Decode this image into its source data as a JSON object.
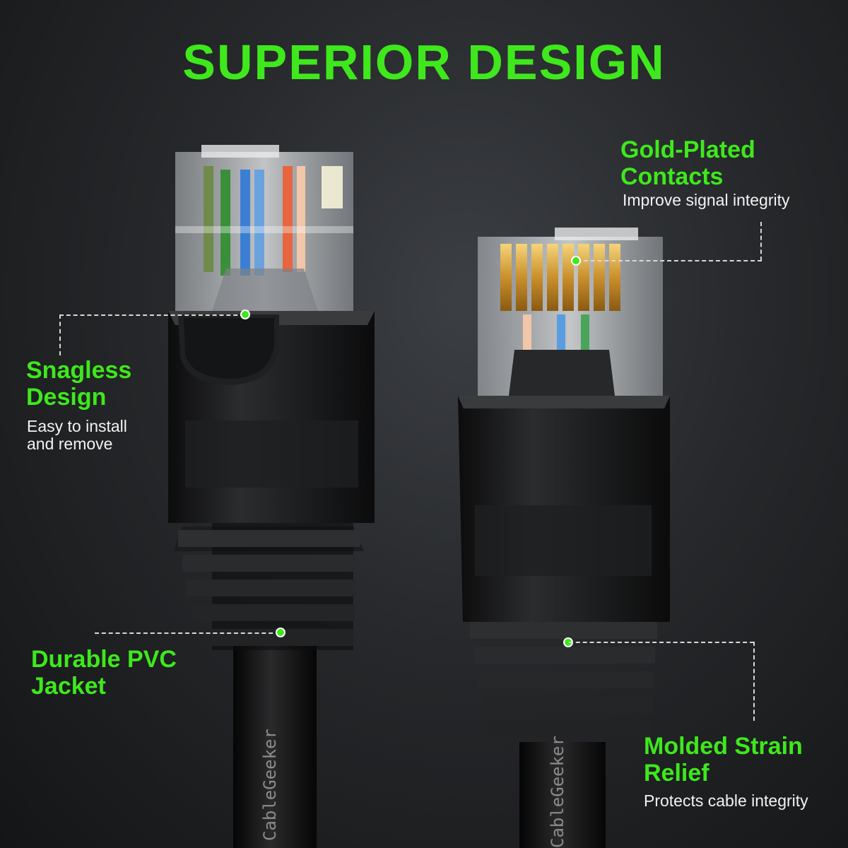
{
  "headline": "SUPERIOR DESIGN",
  "colors": {
    "accent": "#3ee81c",
    "body_text": "#f2f2f2",
    "background": "#26282b"
  },
  "features": {
    "gold_plated": {
      "title": "Gold-Plated\nContacts",
      "description": "Improve signal integrity"
    },
    "snagless": {
      "title": "Snagless\nDesign",
      "description": "Easy to install\nand remove"
    },
    "durable_jacket": {
      "title": "Durable PVC\nJacket"
    },
    "strain_relief": {
      "title": "Molded Strain\nRelief",
      "description": "Protects cable integrity"
    }
  },
  "cable_print": {
    "left": "CableGeeker",
    "right": "CableGeeker"
  }
}
